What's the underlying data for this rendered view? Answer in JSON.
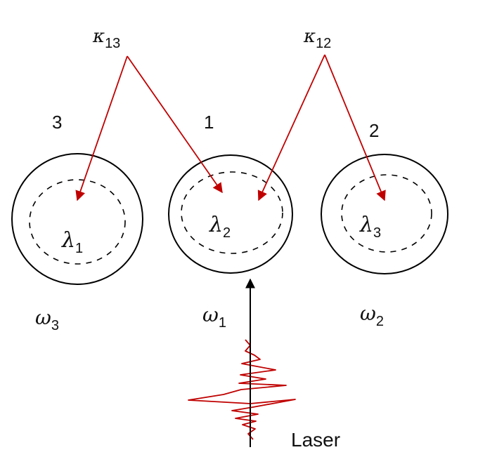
{
  "coupling": {
    "k13": {
      "symbol": "κ",
      "sub": "13"
    },
    "k12": {
      "symbol": "κ",
      "sub": "12"
    }
  },
  "resonators": [
    {
      "index_label": "3",
      "lambda": "λ",
      "lambda_sub": "1",
      "omega": "ω",
      "omega_sub": "3"
    },
    {
      "index_label": "1",
      "lambda": "λ",
      "lambda_sub": "2",
      "omega": "ω",
      "omega_sub": "1"
    },
    {
      "index_label": "2",
      "lambda": "λ",
      "lambda_sub": "3",
      "omega": "ω",
      "omega_sub": "2"
    }
  ],
  "laser": {
    "label": "Laser"
  },
  "colors": {
    "coupling_arrow": "#c00000",
    "pulse": "#c00000",
    "laser_arrow": "#000000",
    "resonator_outline": "#000000"
  }
}
